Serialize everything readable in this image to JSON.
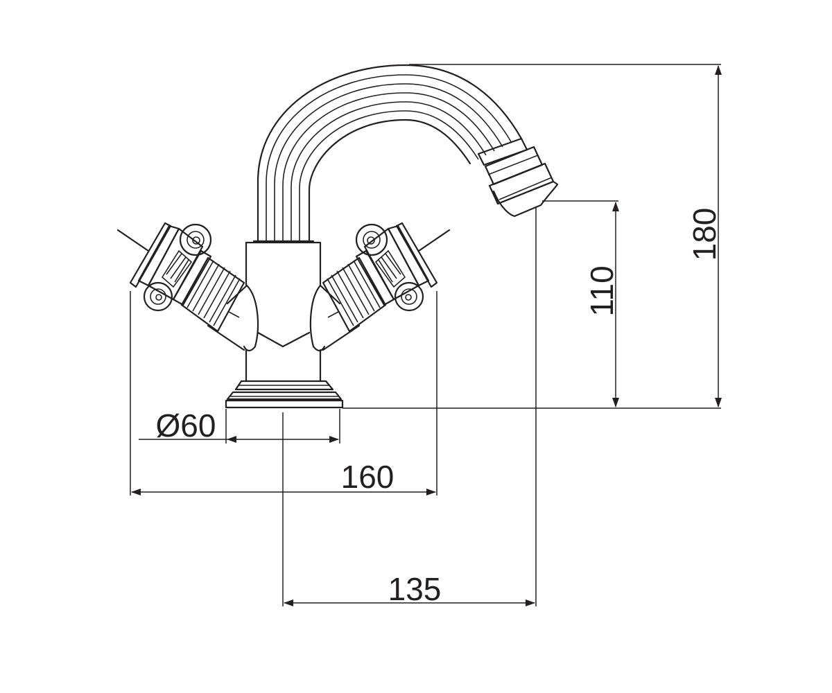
{
  "dimensions": {
    "height_total": "180",
    "height_spout": "110",
    "width_handles": "160",
    "reach": "135",
    "base_diameter": "Ø60"
  },
  "colors": {
    "line": "#231f20",
    "background": "#ffffff"
  }
}
